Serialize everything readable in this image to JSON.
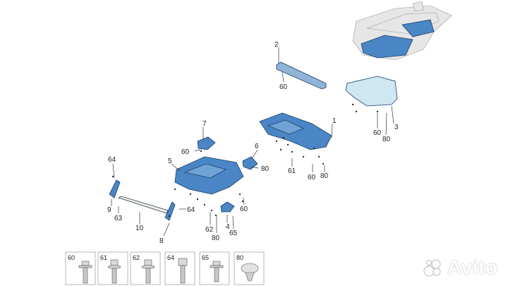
{
  "callouts": {
    "c1": "1",
    "c2": "2",
    "c3": "3",
    "c4": "4",
    "c5": "5",
    "c6": "6",
    "c7": "7",
    "c8": "8",
    "c9": "9",
    "c10": "10",
    "c60a": "60",
    "c60b": "60",
    "c60c": "60",
    "c60d": "60",
    "c60e": "60",
    "c61": "61",
    "c62": "62",
    "c63": "63",
    "c64a": "64",
    "c64b": "64",
    "c65": "65",
    "c80a": "80",
    "c80b": "80",
    "c80c": "80",
    "c80d": "80"
  },
  "fasteners": [
    {
      "label": "60",
      "icon": "flange-bolt-icon"
    },
    {
      "label": "61",
      "icon": "bolt-washer-icon"
    },
    {
      "label": "62",
      "icon": "bolt-washer-icon"
    },
    {
      "label": "64",
      "icon": "hex-bolt-icon"
    },
    {
      "label": "65",
      "icon": "flange-bolt-icon"
    },
    {
      "label": "80",
      "icon": "push-clip-icon"
    }
  ],
  "watermark": {
    "text": "Avito",
    "icon": "avito-logo-icon"
  },
  "colors": {
    "part_blue": "#4a86c5",
    "part_light": "#cfe6f3",
    "line": "#333333"
  }
}
